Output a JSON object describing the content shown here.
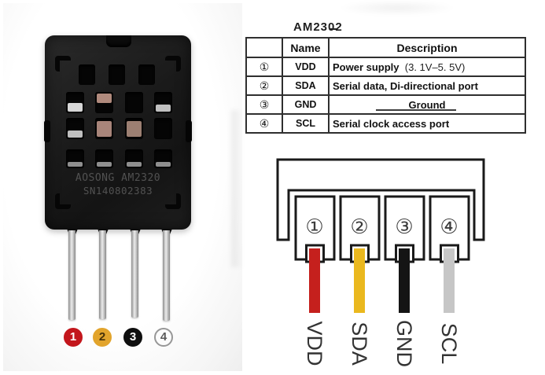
{
  "pin_table": {
    "title": "AM2302",
    "headers": {
      "num": "",
      "name": "Name",
      "description": "Description"
    },
    "rows": [
      {
        "num": "①",
        "name": "VDD",
        "description": "Power supply",
        "detail": "(3. 1V–5. 5V)"
      },
      {
        "num": "②",
        "name": "SDA",
        "description": "Serial data, Di-directional port",
        "detail": ""
      },
      {
        "num": "③",
        "name": "GND",
        "description": "Ground",
        "detail": ""
      },
      {
        "num": "④",
        "name": "SCL",
        "description": "Serial clock access port",
        "detail": ""
      }
    ]
  },
  "sensor_photo": {
    "marking_line1": "AOSONG AM2320",
    "marking_line2": "SN140802383",
    "pin_badges": [
      {
        "number": "1",
        "color": "#c3161c",
        "text_color": "#ffffff",
        "border_color": "#c3161c"
      },
      {
        "number": "2",
        "color": "#e2a42c",
        "text_color": "#44300a",
        "border_color": "#e2a42c"
      },
      {
        "number": "3",
        "color": "#0f0f0f",
        "text_color": "#ffffff",
        "border_color": "#0f0f0f"
      },
      {
        "number": "4",
        "color": "#fcfcfc",
        "text_color": "#5a5a5a",
        "border_color": "#979797"
      }
    ]
  },
  "connector": {
    "pins": [
      {
        "num": "①",
        "label": "VDD",
        "wire_color": "#c5201d"
      },
      {
        "num": "②",
        "label": "SDA",
        "wire_color": "#eab81e"
      },
      {
        "num": "③",
        "label": "GND",
        "wire_color": "#141414"
      },
      {
        "num": "④",
        "label": "SCL",
        "wire_color": "#c6c6c6"
      }
    ]
  }
}
